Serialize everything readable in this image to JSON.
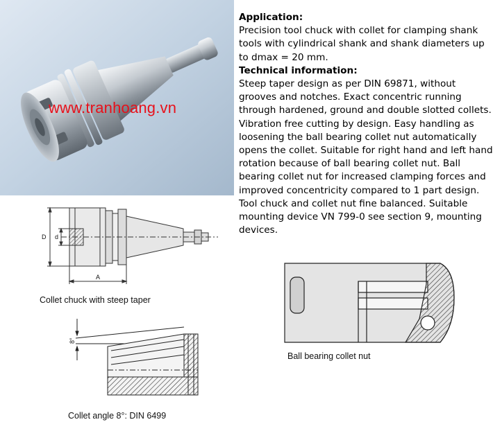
{
  "watermark": "www.tranhoang.vn",
  "application": {
    "heading": "Application:",
    "text": "Precision tool chuck with collet for clamping shank tools with cylindrical shank and shank diameters up to dmax = 20 mm."
  },
  "technical": {
    "heading": "Technical information:",
    "text": "Steep taper design as per DIN 69871, without grooves and notches. Exact concentric running through hardened, ground and double slotted collets. Vibration free cutting by design. Easy handling as loosening the ball bearing collet nut automatically opens the collet. Suitable for right hand and left hand rotation because of ball bearing collet nut. Ball bearing collet nut for increased clamping forces and improved concentricity compared to 1 part design. Tool chuck and collet nut fine balanced. Suitable mounting device VN 799-0 see section 9, mounting devices."
  },
  "drawings": {
    "chuck": {
      "caption": "Collet chuck with steep taper",
      "dim_D": "D",
      "dim_d": "d",
      "dim_A": "A"
    },
    "collet": {
      "caption": "Collet angle 8°: DIN 6499",
      "angle_label": "8°"
    },
    "nut": {
      "caption": "Ball bearing collet nut"
    }
  }
}
